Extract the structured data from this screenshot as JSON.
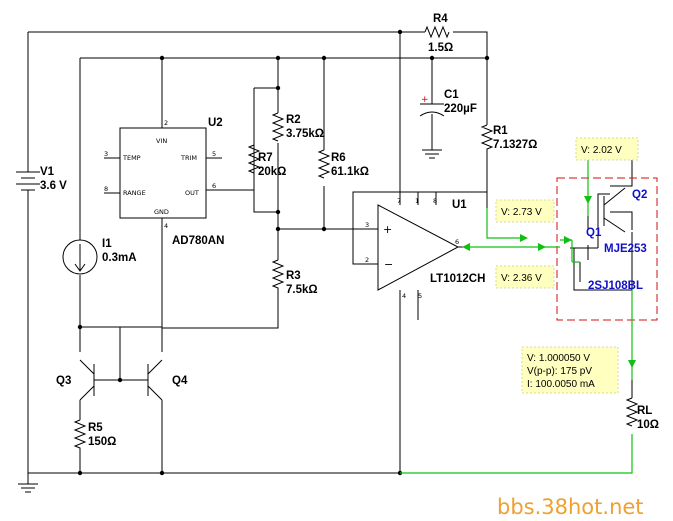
{
  "components": {
    "V1": {
      "ref": "V1",
      "value": "3.6 V"
    },
    "R4": {
      "ref": "R4",
      "value": "1.5Ω"
    },
    "C1": {
      "ref": "C1",
      "value": "220µF"
    },
    "R1": {
      "ref": "R1",
      "value": "7.1327Ω"
    },
    "U2": {
      "ref": "U2",
      "part": "AD780AN",
      "pins": {
        "vin": "VIN",
        "temp": "TEMP",
        "range": "RANGE",
        "trim": "TRIM",
        "out": "OUT",
        "gnd": "GND",
        "n2": "2",
        "n3": "3",
        "n8": "8",
        "n5": "5",
        "n6": "6",
        "n4": "4"
      }
    },
    "R2": {
      "ref": "R2",
      "value": "3.75kΩ"
    },
    "R7": {
      "ref": "R7",
      "value": "20kΩ"
    },
    "R6": {
      "ref": "R6",
      "value": "61.1kΩ"
    },
    "R3": {
      "ref": "R3",
      "value": "7.5kΩ"
    },
    "U1": {
      "ref": "U1",
      "part": "LT1012CH",
      "pins": {
        "p7": "7",
        "p1": "1",
        "p8": "8",
        "p3": "3",
        "p2": "2",
        "p6": "6",
        "p4": "4",
        "p5": "5"
      }
    },
    "I1": {
      "ref": "I1",
      "value": "0.3mA"
    },
    "Q3": {
      "ref": "Q3"
    },
    "Q4": {
      "ref": "Q4"
    },
    "R5": {
      "ref": "R5",
      "value": "150Ω"
    },
    "Q1": {
      "ref": "Q1",
      "part": "2SJ108BL"
    },
    "Q2": {
      "ref": "Q2",
      "part": "MJE253"
    },
    "RL": {
      "ref": "RL",
      "value": "10Ω"
    }
  },
  "probes": {
    "p1": {
      "line1": "V: 2.02 V"
    },
    "p2": {
      "line1": "V: 2.73 V"
    },
    "p3": {
      "line1": "V: 2.36 V"
    },
    "p4": {
      "line1": "V: 1.000050 V",
      "line2": "V(p-p): 175 pV",
      "line3": "I: 100.0050 mA"
    }
  },
  "watermark": "bbs.38hot.net",
  "colors": {
    "wire": "#000000",
    "probe_wire": "#10c010",
    "highlight_box": "#d01010",
    "blue_label": "#1010c8",
    "probe_bg": "#ffffc0",
    "watermark": "#f0a030"
  }
}
